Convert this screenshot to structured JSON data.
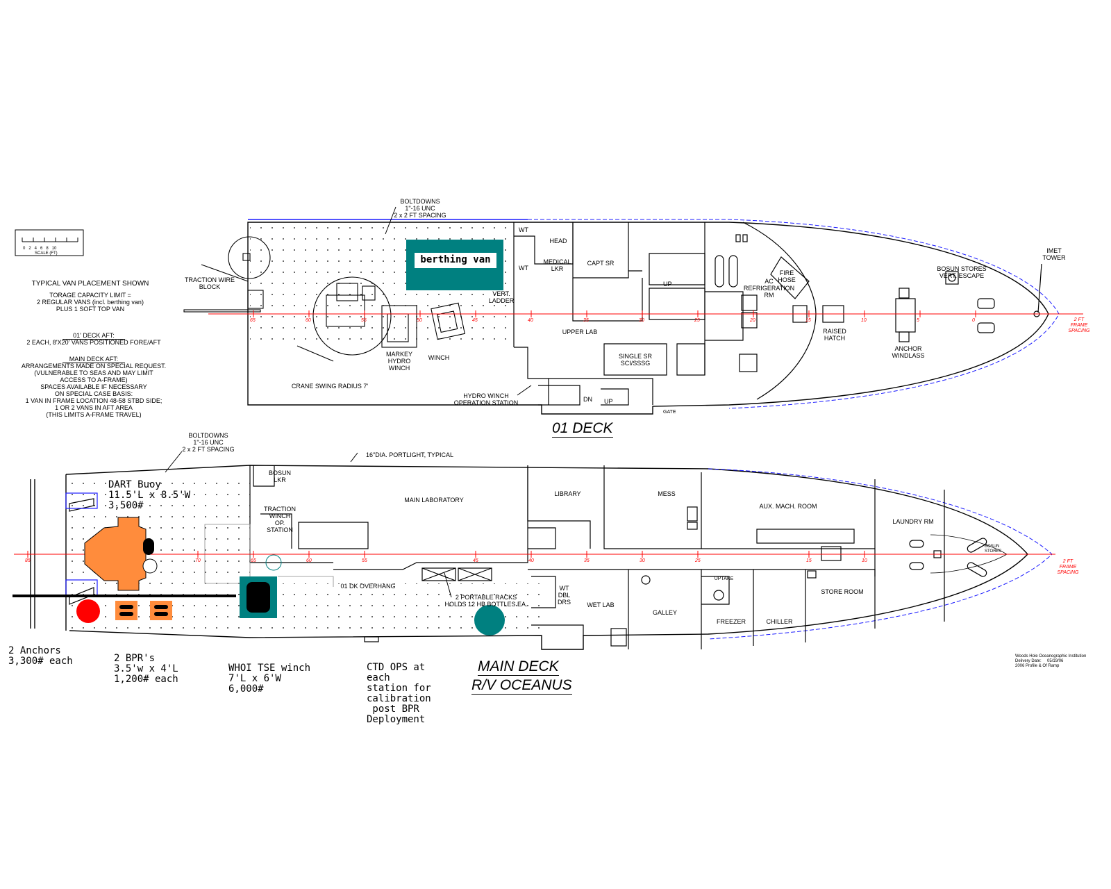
{
  "colors": {
    "teal": "#008080",
    "orange": "#ff8c3c",
    "red": "#ff0000",
    "blue": "#1a1aff",
    "line": "#000000"
  },
  "scale": {
    "ticks": "0   2   4   6   8   10",
    "label": "SCALE (FT)"
  },
  "van_notes": {
    "heading": "TYPICAL VAN PLACEMENT SHOWN",
    "storage": "TORAGE CAPACITY LIMIT =\n2 REGULAR VANS (incl. berthing van)\nPLUS 1 SOFT TOP VAN",
    "aft_heading": "01' DECK AFT:",
    "aft_text": "2 EACH, 8'X20' VANS POSITIONED FORE/AFT",
    "main_heading": "MAIN DECK AFT:",
    "main_text": "ARRANGEMENTS MADE ON SPECIAL REQUEST.\n(VULNERABLE TO SEAS AND MAY LIMIT\nACCESS TO A-FRAME)\nSPACES AVAILABLE IF NECESSARY\nON SPECIAL CASE BASIS:\n1 VAN IN FRAME LOCATION 48-58 STBD SIDE;\n1 OR 2 VANS IN AFT AREA\n(THIS LIMITS A-FRAME TRAVEL)"
  },
  "deck01": {
    "title": "01 DECK",
    "boltdowns": "BOLTDOWNS\n1\"-16 UNC\n2 x 2 FT SPACING",
    "berthing_van": "berthing van",
    "traction_wire_block": "TRACTION WIRE\nBLOCK",
    "crane_swing": "CRANE SWING RADIUS 7'",
    "markey_winch": "MARKEY\nHYDRO\nWINCH",
    "winch": "WINCH",
    "hydro_station": "HYDRO WINCH\nOPERATION STATION",
    "vert_ladder": "VERT.\nLADDER",
    "head": "HEAD",
    "medical_lkr": "MEDICAL\nLKR",
    "capt_sr": "CAPT SR",
    "upper_lab": "UPPER LAB",
    "single_sr": "SINGLE SR\nSCI/SSSG",
    "ac_refrig": "AC\nREFRIGERATION\nRM",
    "fire_hose": "FIRE\nHOSE",
    "raised_hatch": "RAISED\nHATCH",
    "bosun_escape": "BOSUN STORES\nVERT. ESCAPE",
    "anchor_windlass": "ANCHOR\nWINDLASS",
    "imet_tower": "IMET\nTOWER",
    "frame_spacing": "2 FT\nFRAME\nSPACING",
    "frames": [
      "65",
      "60",
      "55",
      "50",
      "45",
      "40",
      "35",
      "30",
      "25",
      "20",
      "15",
      "10",
      "5",
      "0"
    ],
    "wt": "WT",
    "up": "UP",
    "dn": "DN",
    "gate": "GATE"
  },
  "main_deck": {
    "title": "MAIN DECK",
    "vessel": "R/V OCEANUS",
    "boltdowns": "BOLTDOWNS\n1\"-16 UNC\n2 x 2 FT SPACING",
    "portlight": "16\"DIA. PORTLIGHT, TYPICAL",
    "bosun_lkr": "BOSUN\nLKR",
    "traction_winch": "TRACTION\nWINCH\nOP.\nSTATION",
    "main_lab": "MAIN LABORATORY",
    "library": "LIBRARY",
    "mess": "MESS",
    "aux_mach": "AUX. MACH. ROOM",
    "laundry": "LAUNDRY RM",
    "bosun_stores": "BOSUN\nSTORES",
    "overhang": "01 DK OVERHANG",
    "portable_racks": "2 PORTABLE RACKS\nHOLDS 12 HB BOTTLES EA.",
    "wt_dbl_drs": "WT\nDBL\nDRS",
    "wet_lab": "WET LAB",
    "galley": "GALLEY",
    "uptake": "UPTAKE",
    "freezer": "FREEZER",
    "chiller": "CHILLER",
    "store_room": "STORE ROOM",
    "frame_spacing": "2 FT\nFRAME\nSPACING",
    "frames": [
      "85",
      "70",
      "65",
      "60",
      "55",
      "45",
      "40",
      "35",
      "30",
      "25",
      "15",
      "10"
    ]
  },
  "annotations": {
    "dart_buoy": "DART Buoy\n11.5'L x 8.5'W\n3,500#",
    "anchors": "2 Anchors\n3,300# each",
    "bprs": "2 BPR's\n3.5'w x 4'L\n1,200# each",
    "whoi_winch": "WHOI TSE winch\n7'L x 6'W\n6,000#",
    "ctd_ops": "CTD OPS at\neach\nstation for\ncalibration\n post BPR\nDeployment"
  },
  "title_block": "Woods Hole Oceanographic Institution\nDelivery Date:     05/19/06\n2006 Profile & Of Ramp"
}
